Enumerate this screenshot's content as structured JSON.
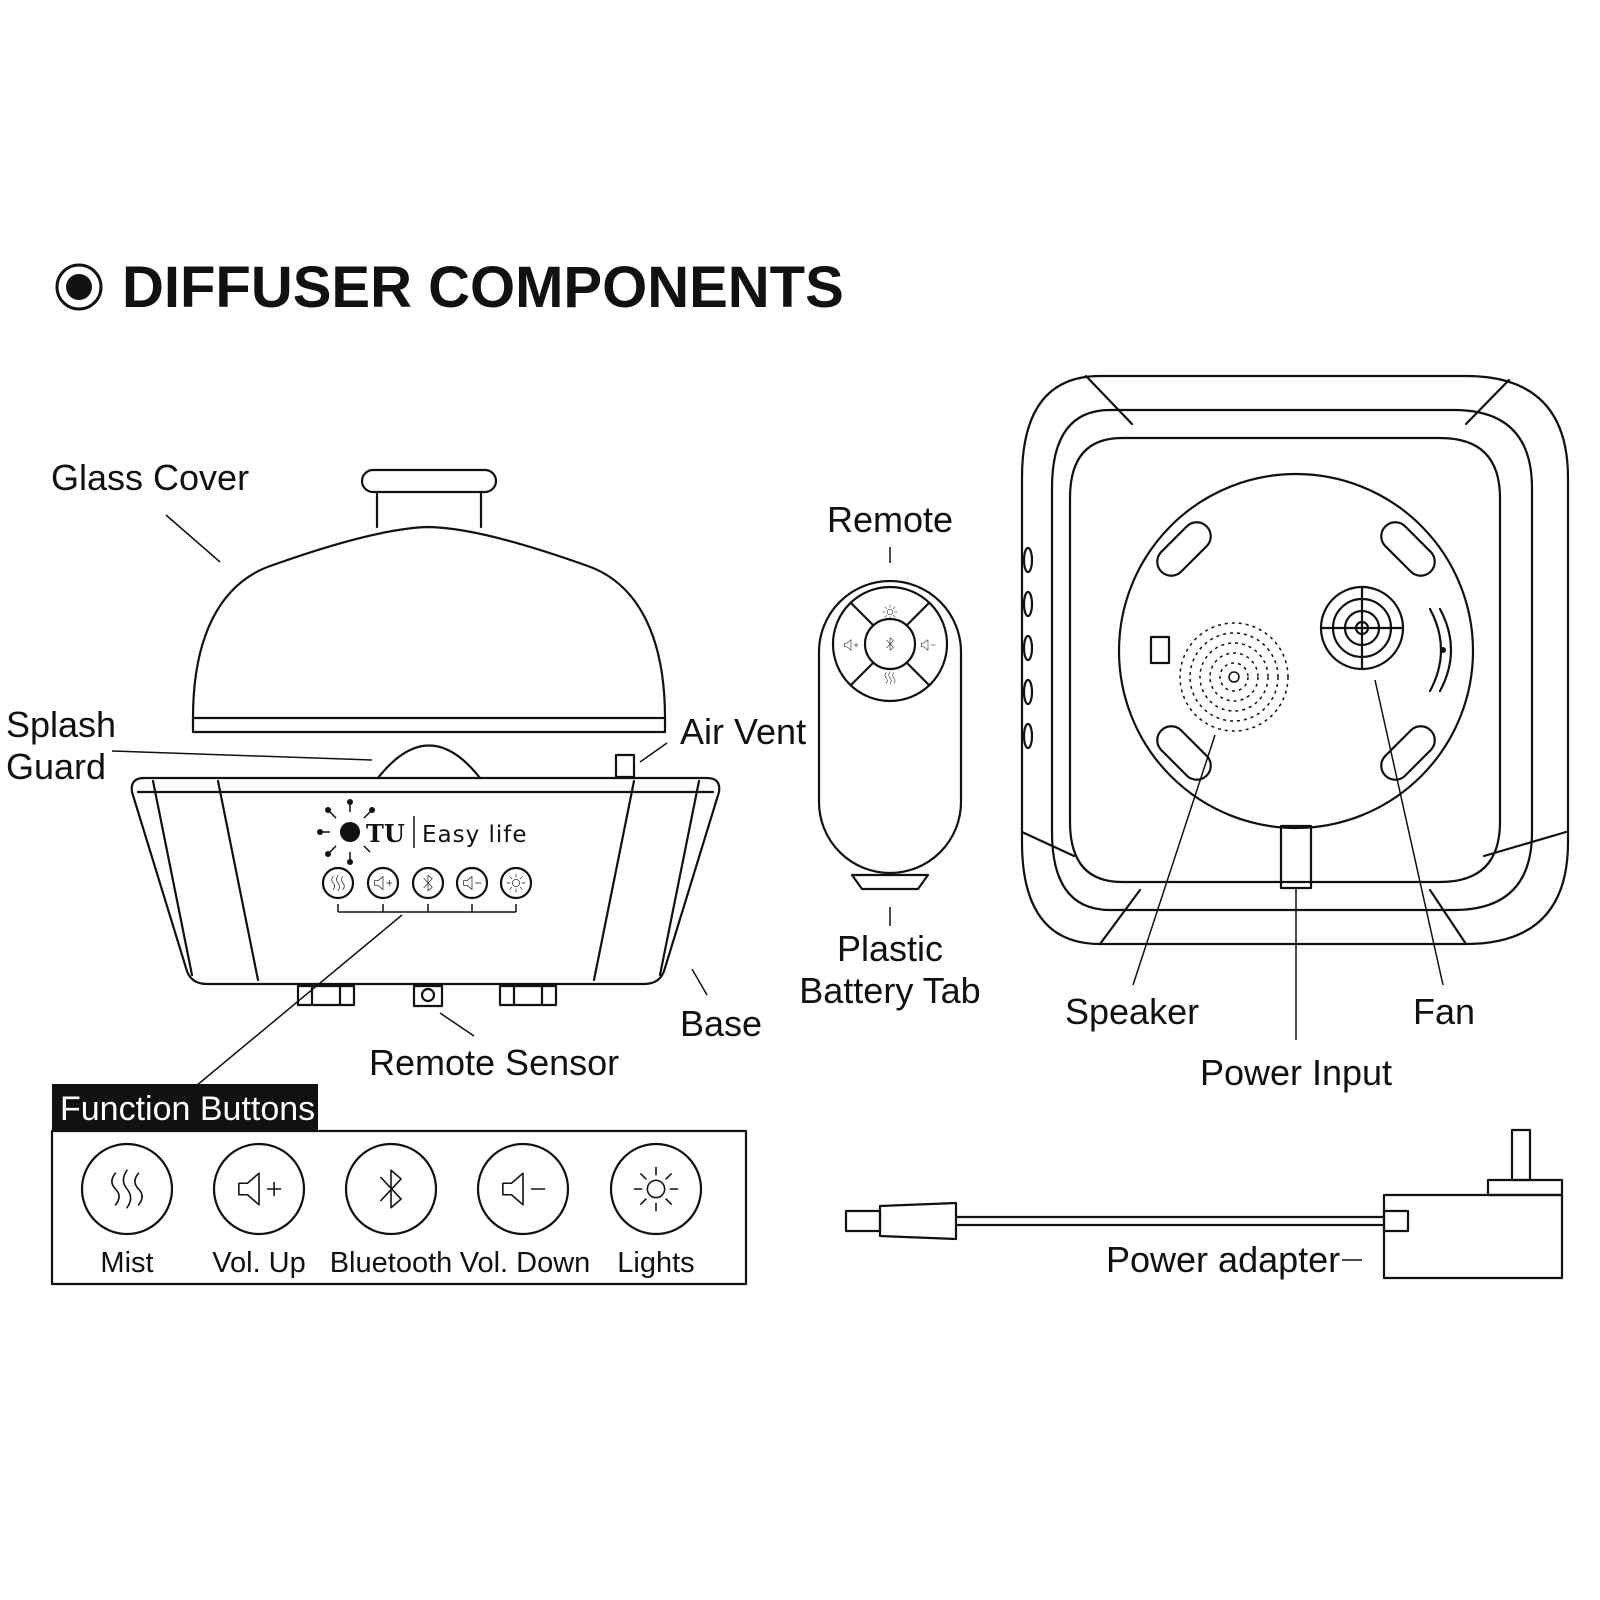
{
  "title": "DIFFUSER COMPONENTS",
  "brand": {
    "mark": "TU",
    "tagline": "Easy life"
  },
  "labels": {
    "glass_cover": "Glass Cover",
    "splash_guard_1": "Splash",
    "splash_guard_2": "Guard",
    "air_vent": "Air Vent",
    "base": "Base",
    "remote_sensor": "Remote Sensor",
    "remote": "Remote",
    "battery_tab_1": "Plastic",
    "battery_tab_2": "Battery Tab",
    "speaker": "Speaker",
    "fan": "Fan",
    "power_input": "Power Input",
    "power_adapter": "Power adapter"
  },
  "function_buttons": {
    "heading": "Function Buttons",
    "items": [
      {
        "label": "Mist",
        "icon": "mist-icon"
      },
      {
        "label": "Vol. Up",
        "icon": "volume-up-icon"
      },
      {
        "label": "Bluetooth",
        "icon": "bluetooth-icon"
      },
      {
        "label": "Vol. Down",
        "icon": "volume-down-icon"
      },
      {
        "label": "Lights",
        "icon": "lights-icon"
      }
    ]
  }
}
